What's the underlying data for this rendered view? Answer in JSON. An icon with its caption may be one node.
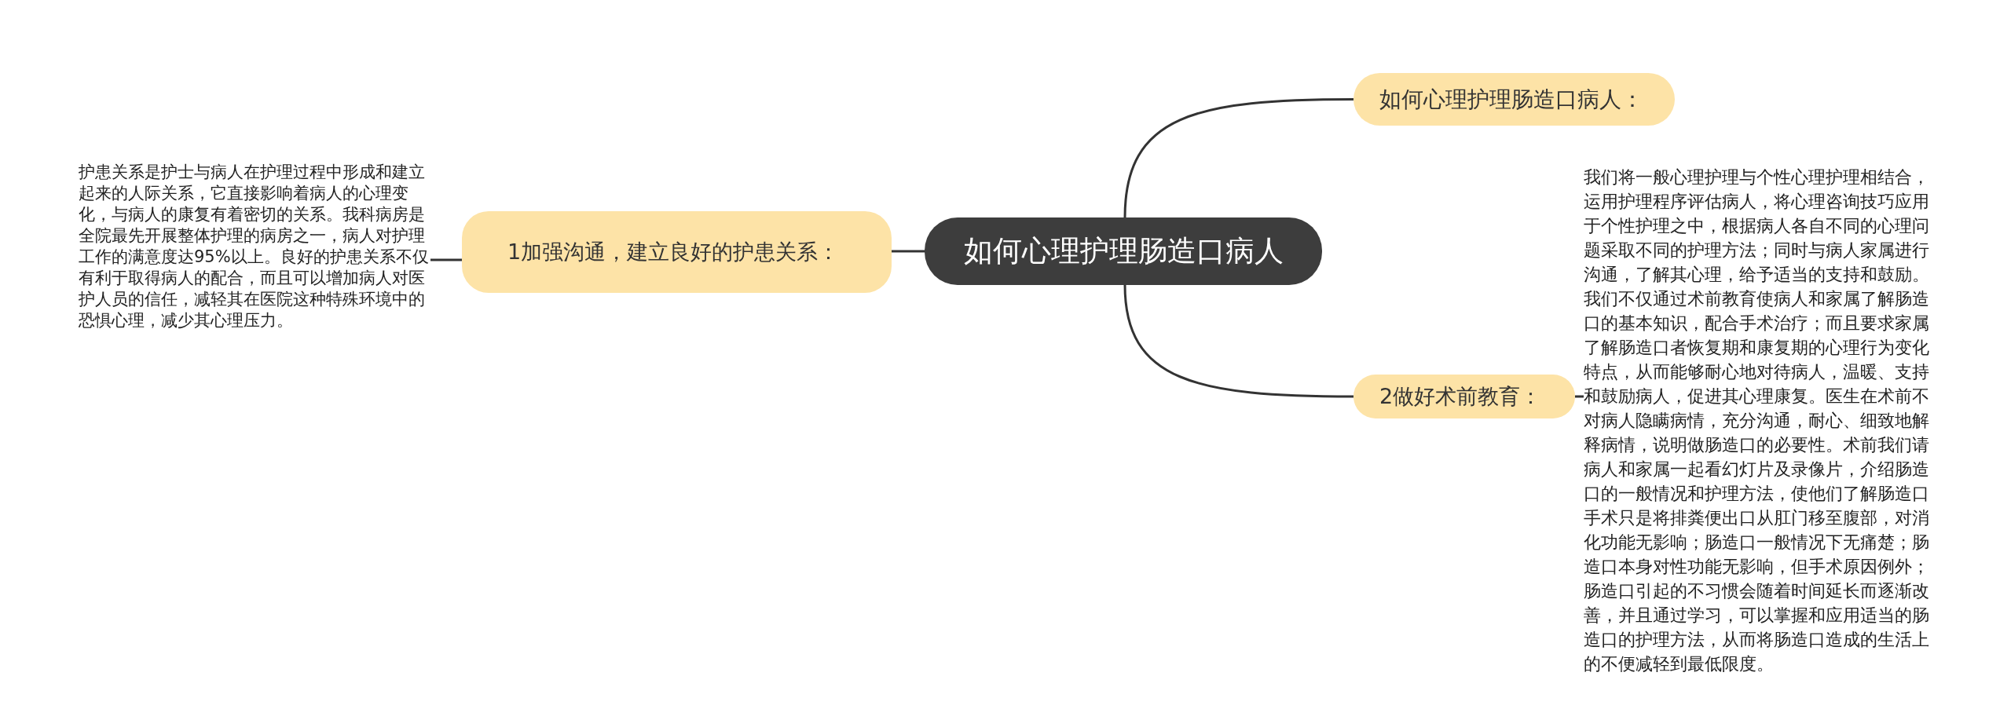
{
  "diagram": {
    "nodes": [
      {
        "text": [
          "如何心理护理肠造口病人"
        ]
      },
      {
        "text": [
          "1加强沟通，建立良好的护患关系："
        ]
      },
      {
        "text": [
          "护患关系是护士与病人在护理过程中形成和建立起来的人际关系，它直接影响着病人的心理变化，与病人的康复有着密切的关系。我科病房是全院最先开展整体护理的病房之一，病人对护理工作的满意度达95%以上。良好的护患关系不仅有利于取得病人的配合，而且可以增加病人对医护人员的信任，减轻其在医院这种特殊环境中的恐惧心理，减少其心理压力。"
        ]
      },
      {
        "text": [
          "如何心理护理肠造口病人："
        ]
      },
      {
        "text": [
          "2做好术前教育："
        ]
      },
      {
        "text": [
          "我们将一般心理护理与个性心理护理相结合，运用护理程序评估病人，将心理咨询技巧应用于个性护理之中，根据病人各自不同的心理问题采取不同的护理方法；同时与病人家属进行沟通，了解其心理，给予适当的支持和鼓励。我们不仅通过术前教育使病人和家属了解肠造口的基本知识，配合手术治疗；而且要求家属了解肠造口者恢复期和康复期的心理行为变化特点，从而能够耐心地对待病人，温暖、支持和鼓励病人，促进其心理康复。医生在术前不对病人隐瞒病情，充分沟通，耐心、细致地解释病情，说明做肠造口的必要性。术前我们请病人和家属一起看幻灯片及录像片，介绍肠造口的一般情况和护理方法，使他们了解肠造口手术只是将排粪便出口从肛门移至腹部，对消化功能无影响；肠造口一般情况下无痛楚；肠造口本身对性功能无影响，但手术原因例外；肠造口引起的不习惯会随着时间延长而逐渐改善，并且通过学习，可以掌握和应用适当的肠造口的护理方法，从而将肠造口造成的生活上的不便减轻到最低限度。"
        ]
      }
    ],
    "edges": [
      {
        "from": 0,
        "to": 1,
        "arrow": "none"
      },
      {
        "from": 1,
        "to": 2,
        "arrow": "none"
      },
      {
        "from": 0,
        "to": 3,
        "arrow": "none"
      },
      {
        "from": 0,
        "to": 4,
        "arrow": "none"
      },
      {
        "from": 4,
        "to": 5,
        "arrow": "none"
      }
    ]
  }
}
